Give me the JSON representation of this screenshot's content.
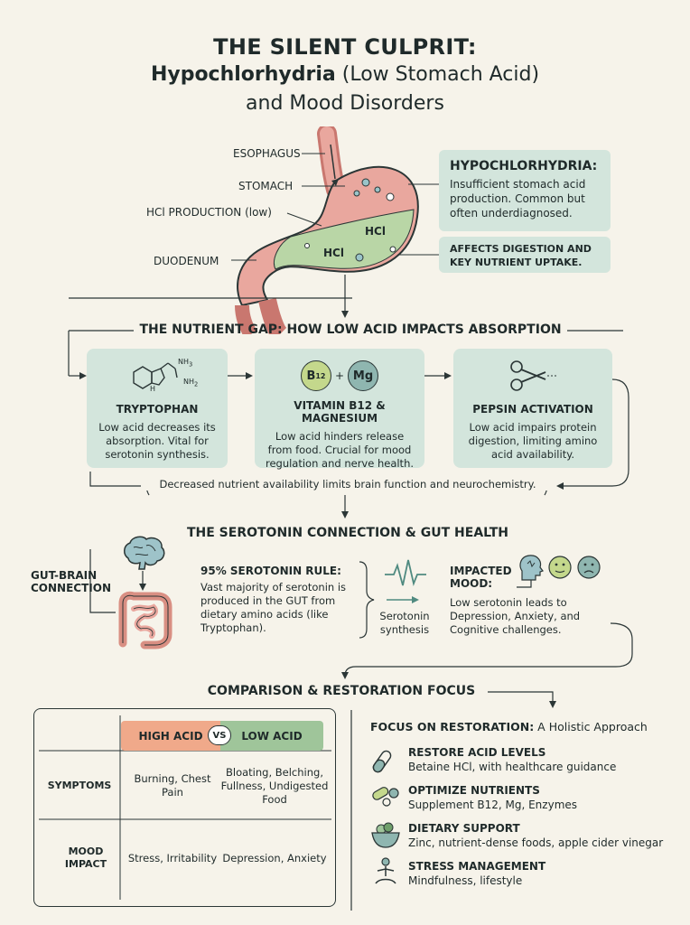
{
  "title": {
    "line1": "THE SILENT CULPRIT:",
    "line2_bold": "Hypochlorhydria",
    "line2_rest": " (Low Stomach Acid)",
    "line3": "and Mood Disorders"
  },
  "anatomy": {
    "labels": {
      "esophagus": "ESOPHAGUS",
      "stomach": "STOMACH",
      "hcl_production": "HCl PRODUCTION (low)",
      "duodenum": "DUODENUM"
    },
    "hcl_mark_1": "HCl",
    "hcl_mark_2": "HCl",
    "hypo_title": "HYPOCHLORHYDRIA:",
    "hypo_text": "Insufficient stomach acid production. Common but often underdiagnosed.",
    "affects": "AFFECTS DIGESTION AND KEY NUTRIENT UPTAKE."
  },
  "nutrient_gap": {
    "heading": "THE NUTRIENT GAP: HOW LOW ACID IMPACTS ABSORPTION",
    "cards": [
      {
        "title": "TRYPTOPHAN",
        "text": "Low acid decreases its absorption. Vital for serotonin synthesis."
      },
      {
        "title": "VITAMIN B12 & MAGNESIUM",
        "text": "Low acid hinders release from food. Crucial for mood regulation and nerve health."
      },
      {
        "title": "PEPSIN ACTIVATION",
        "text": "Low acid impairs protein digestion, limiting amino acid availability."
      }
    ],
    "b12_badge": "B",
    "b12_sub": "12",
    "plus": "+",
    "mg_badge": "Mg",
    "molecule_nh3": "NH",
    "molecule_nh3_sub": "3",
    "molecule_nh2": "NH",
    "molecule_nh2_sub": "2",
    "molecule_h": "H",
    "note": "Decreased nutrient availability limits brain function and neurochemistry."
  },
  "serotonin": {
    "heading": "THE SEROTONIN CONNECTION & GUT HEALTH",
    "gut_brain_label_1": "GUT-BRAIN",
    "gut_brain_label_2": "CONNECTION",
    "rule_title": "95% SEROTONIN RULE:",
    "rule_text": "Vast majority of serotonin is produced in the GUT from dietary amino acids (like Tryptophan).",
    "synthesis_label_1": "Serotonin",
    "synthesis_label_2": "synthesis",
    "impact_title_1": "IMPACTED",
    "impact_title_2": "MOOD:",
    "impact_text": "Low serotonin leads to Depression, Anxiety, and Cognitive challenges."
  },
  "comparison": {
    "heading": "COMPARISON & RESTORATION FOCUS",
    "high_acid": "HIGH ACID",
    "vs": "VS",
    "low_acid": "LOW ACID",
    "rows": [
      {
        "label": "SYMPTOMS",
        "high": "Burning, Chest Pain",
        "low": "Bloating, Belching, Fullness, Undigested Food"
      },
      {
        "label": "MOOD IMPACT",
        "high": "Stress, Irritability",
        "low": "Depression, Anxiety"
      }
    ]
  },
  "restoration": {
    "heading_bold": "FOCUS ON RESTORATION:",
    "heading_rest": " A Holistic Approach",
    "items": [
      {
        "title": "RESTORE ACID LEVELS",
        "text": "Betaine HCl, with healthcare guidance",
        "icon": "test-tube-icon"
      },
      {
        "title": "OPTIMIZE NUTRIENTS",
        "text": "Supplement B12, Mg, Enzymes",
        "icon": "pills-icon"
      },
      {
        "title": "DIETARY SUPPORT",
        "text": "Zinc, nutrient-dense foods, apple cider vinegar",
        "icon": "bowl-icon"
      },
      {
        "title": "STRESS MANAGEMENT",
        "text": "Mindfulness, lifestyle",
        "icon": "meditation-icon"
      }
    ]
  },
  "colors": {
    "background": "#f6f3ea",
    "panel_green": "#d3e5dc",
    "stomach_pink": "#e89c93",
    "acid_green": "#b9d6a6",
    "high_acid": "#f0a98a",
    "low_acid": "#9fc59a",
    "ink": "#1f2a2a"
  }
}
